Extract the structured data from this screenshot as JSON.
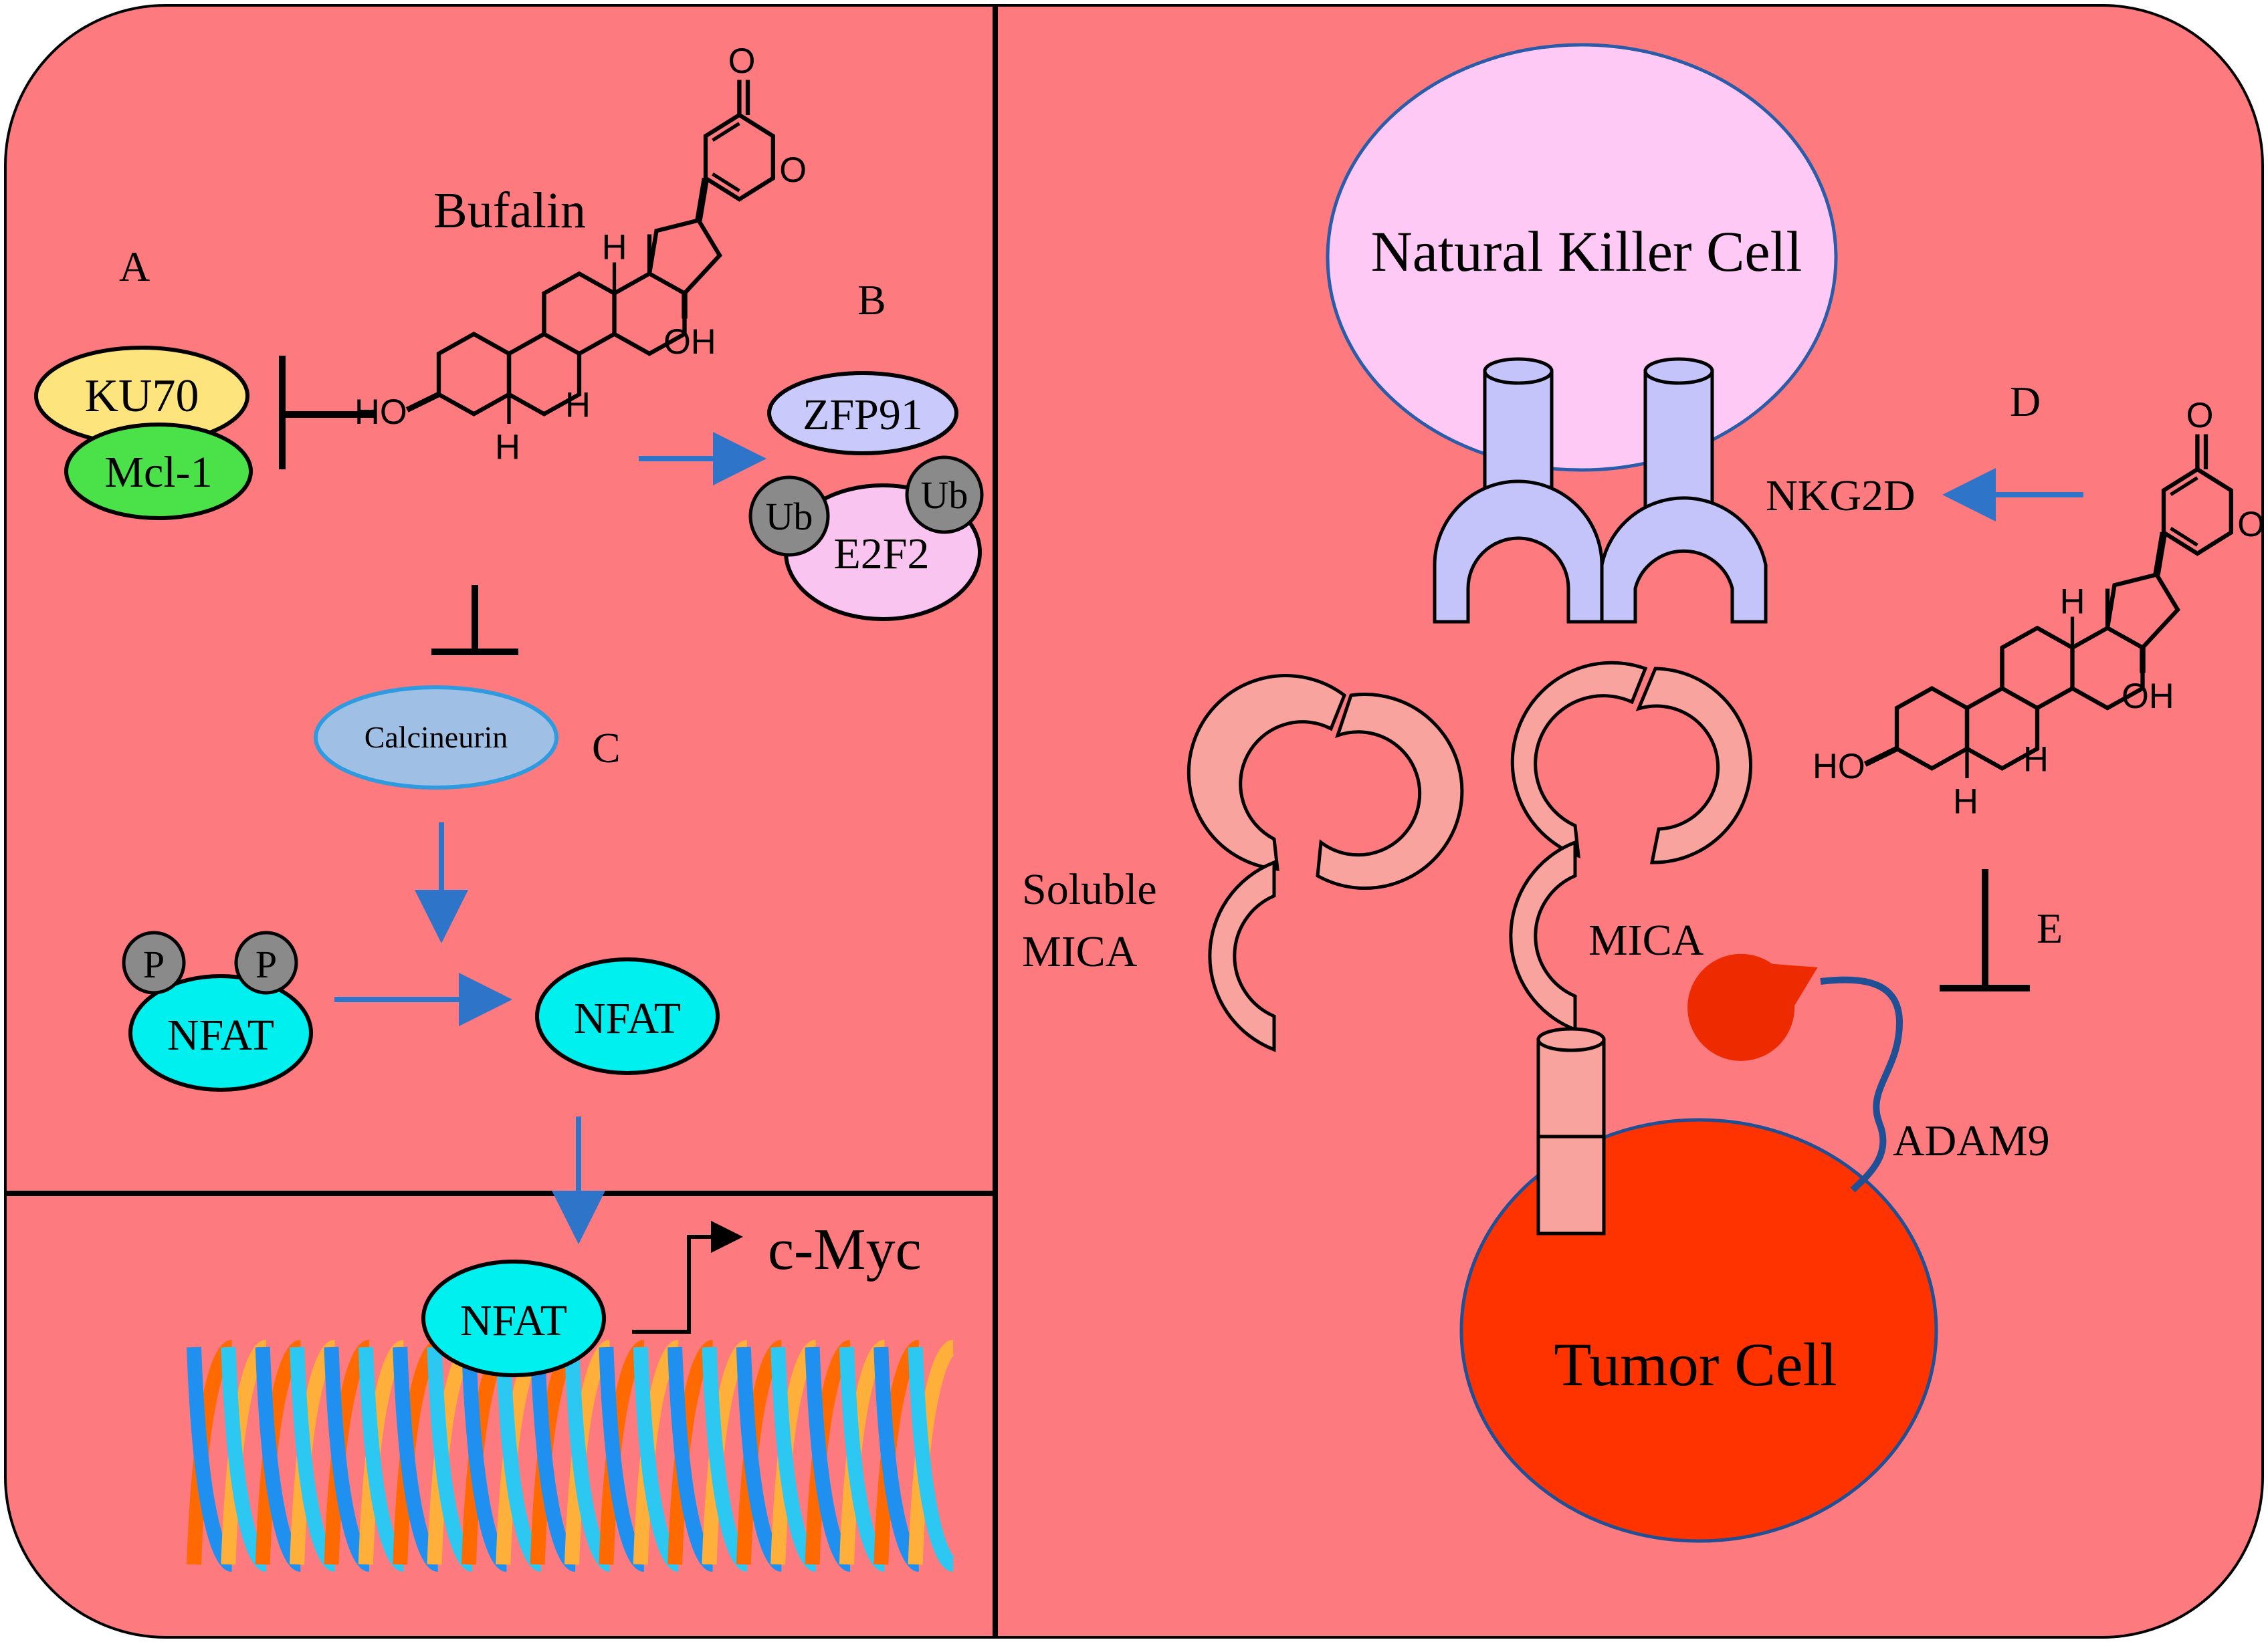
{
  "colors": {
    "panel_bg": "#fd7a7e",
    "nk_cell": "#fecaf5",
    "tumor_cell": "#ff3300",
    "ku70": "#fee47d",
    "mcl1": "#4ae248",
    "zfp91": "#c9c9fb",
    "e2f2": "#f9c4f0",
    "ubiquitin": "#8a8a8a",
    "calcineurin": "#9fc0e4",
    "nfat": "#00f0f0",
    "receptor": "#c4c4fb",
    "mica": "#f9a39f",
    "adam9": "#ee2a00",
    "arrow": "#2e74c9",
    "dna_a": "#ff6a00",
    "dna_b": "#2090f0"
  },
  "labels": {
    "a": "A",
    "b": "B",
    "c": "C",
    "d": "D",
    "e": "E",
    "bufalin": "Bufalin",
    "ku70": "KU70",
    "mcl1": "Mcl-1",
    "zfp91": "ZFP91",
    "ub1": "Ub",
    "ub2": "Ub",
    "e2f2": "E2F2",
    "calcineurin": "Calcineurin",
    "p1": "P",
    "p2": "P",
    "nfat_p": "NFAT",
    "nfat_active": "NFAT",
    "nfat_dna": "NFAT",
    "cmyc": "c-Myc",
    "nk_cell": "Natural Killer Cell",
    "nkg2d": "NKG2D",
    "soluble_mica_line1": "Soluble",
    "soluble_mica_line2": "MICA",
    "mica": "MICA",
    "adam9": "ADAM9",
    "tumor_cell": "Tumor Cell"
  },
  "molecule": {
    "atoms": {
      "oh": "OH",
      "ho": "HO",
      "h": "H",
      "o": "O"
    }
  }
}
